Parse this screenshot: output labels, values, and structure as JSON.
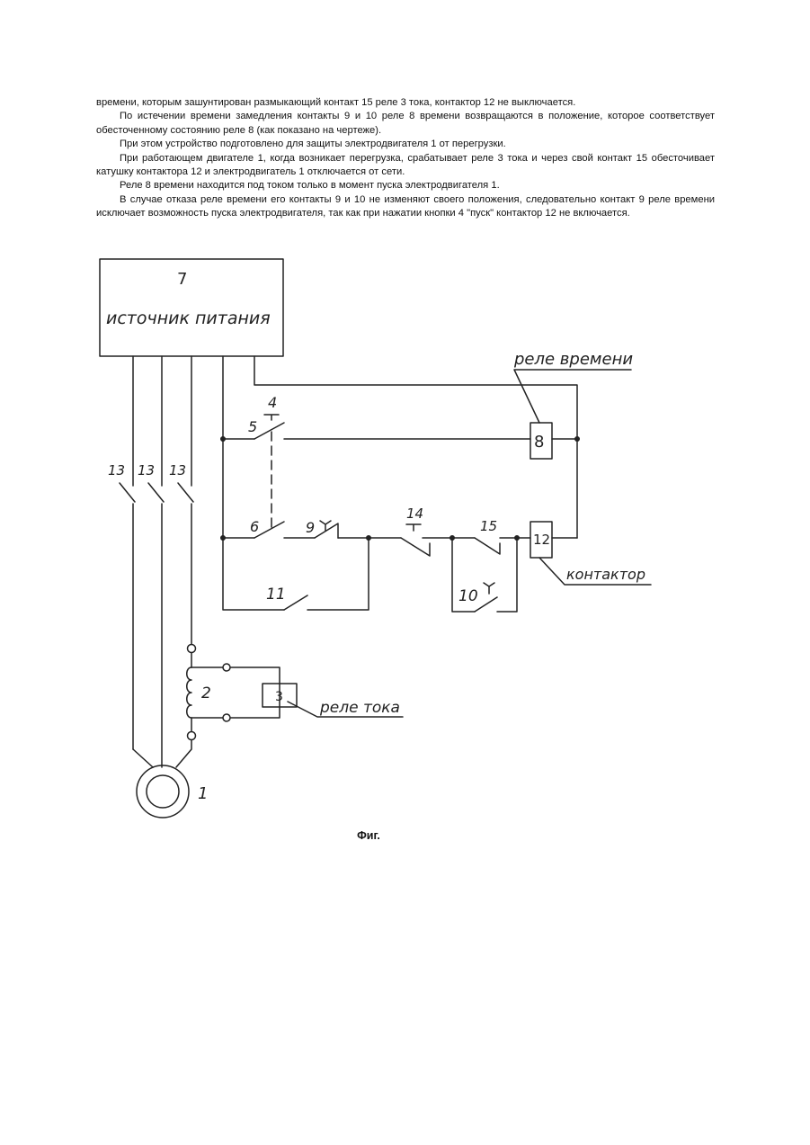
{
  "paragraphs": [
    "времени, которым зашунтирован размыкающий контакт 15 реле 3 тока, контактор 12 не выключается.",
    "По истечении времени замедления контакты 9 и 10 реле 8 времени возвращаются в положение, которое соответствует обесточенному состоянию реле 8 (как показано на чертеже).",
    "При этом устройство подготовлено для защиты электродвигателя 1 от перегрузки.",
    "При работающем двигателе 1, когда возникает перегрузка, срабатывает реле 3 тока и через свой контакт 15 обесточивает катушку контактора 12 и электродвигатель 1 отключается от сети.",
    "Реле 8 времени находится под током только в момент пуска электродвигателя 1.",
    "В случае отказа реле времени его контакты 9 и 10 не изменяют своего положения, следовательно контакт 9 реле времени исключает возможность пуска электродвигателя, так как при нажатии кнопки 4 \"пуск\" контактор 12 не включается."
  ],
  "figure": {
    "source_number": "7",
    "source_label": "источник питания",
    "time_relay_label": "реле времени",
    "contactor_label": "контактор",
    "current_relay_label": "реле тока",
    "n1": "1",
    "n2": "2",
    "n3": "3",
    "n4": "4",
    "n5": "5",
    "n6": "6",
    "n8": "8",
    "n9": "9",
    "n10": "10",
    "n11": "11",
    "n12": "12",
    "n13a": "13",
    "n13b": "13",
    "n13c": "13",
    "n14": "14",
    "n15": "15"
  },
  "caption": "Фиг."
}
